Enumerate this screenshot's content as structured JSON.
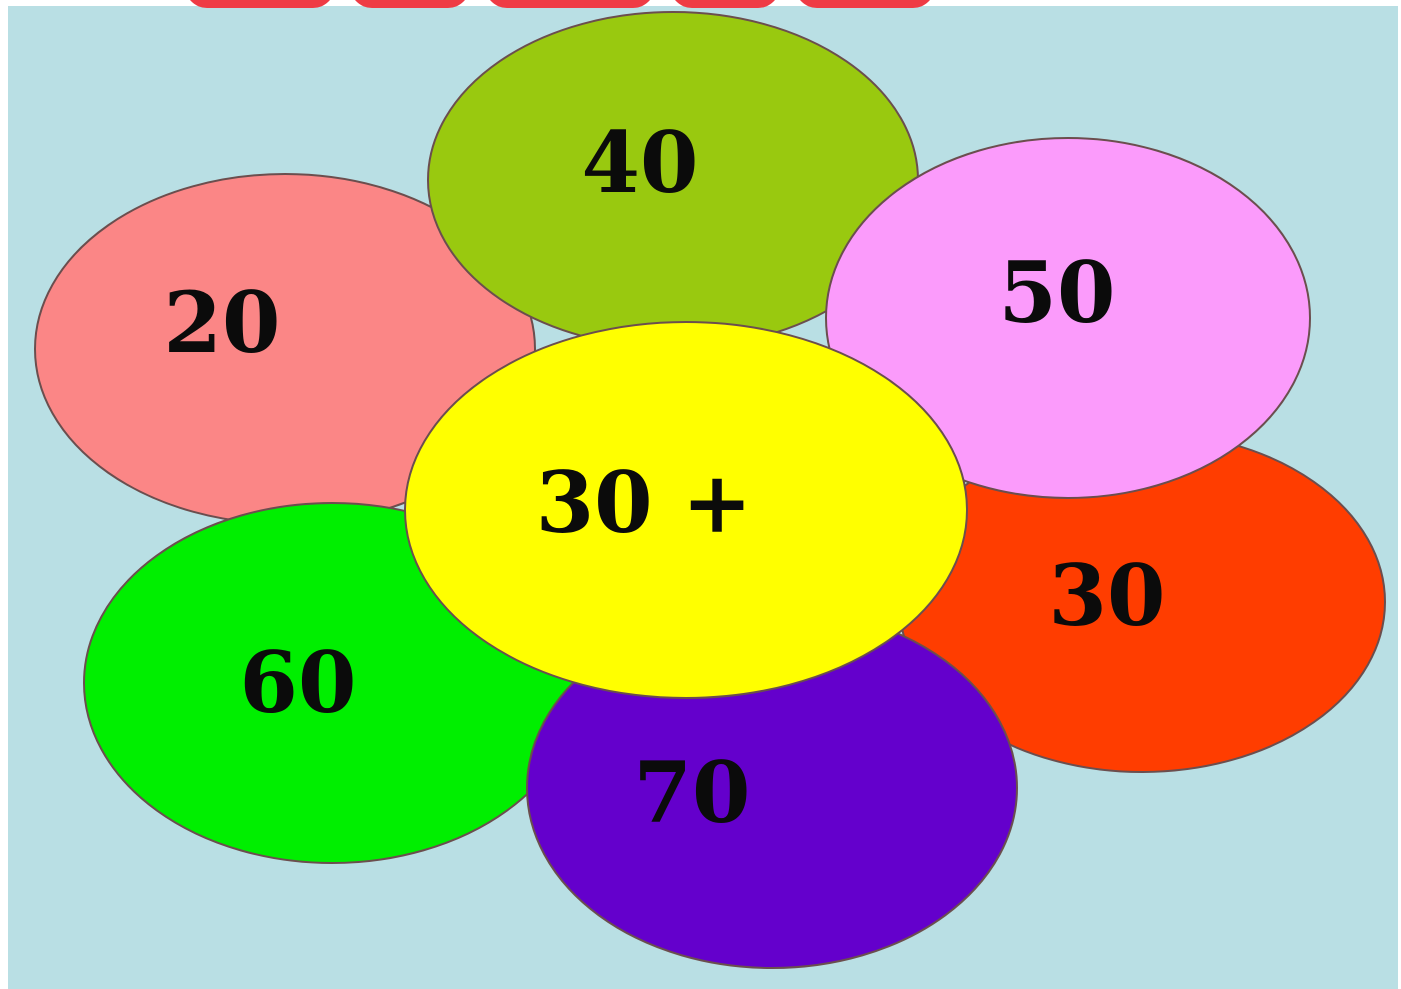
{
  "center": {
    "label": "30 +",
    "color": "#ffff00"
  },
  "petals": [
    {
      "id": "pink",
      "label": "20",
      "color": "#fb8686"
    },
    {
      "id": "olive",
      "label": "40",
      "color": "#99c90f"
    },
    {
      "id": "lavender",
      "label": "50",
      "color": "#fb9bfb"
    },
    {
      "id": "red",
      "label": "30",
      "color": "#ff3d00"
    },
    {
      "id": "green",
      "label": "60",
      "color": "#00ef00"
    },
    {
      "id": "purple",
      "label": "70",
      "color": "#6400cc"
    }
  ],
  "background_color": "#b9dfe4",
  "outline_color": "#6b4e4e"
}
